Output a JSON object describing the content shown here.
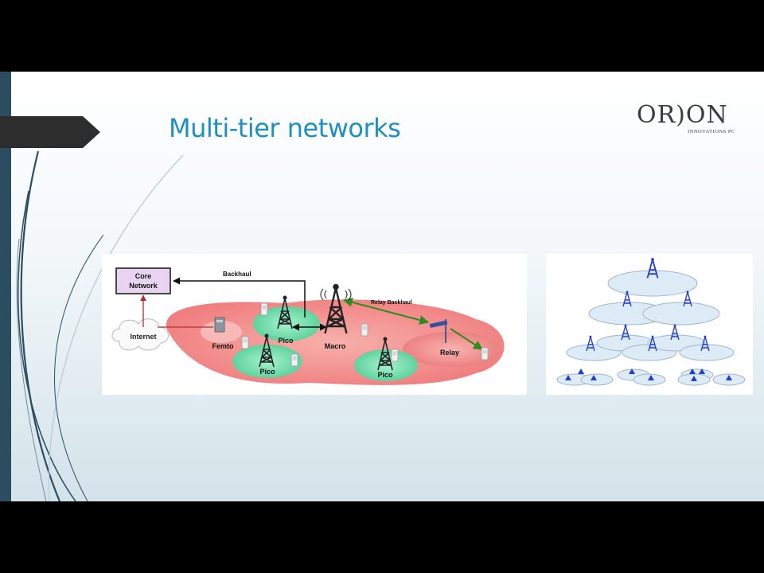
{
  "slide": {
    "title": "Multi-tier networks",
    "logo": {
      "word": "OR)ON",
      "subtitle": "INNOVATIONS PC"
    }
  },
  "diagram": {
    "core_network": "Core\nNetwork",
    "core_line1": "Core",
    "core_line2": "Network",
    "internet": "Internet",
    "backhaul": "Backhaul",
    "relay_backhaul": "Relay Backhaul",
    "nodes": {
      "macro": "Macro",
      "femto": "Femto",
      "pico_top": "Pico",
      "pico_left": "Pico",
      "pico_right": "Pico",
      "relay": "Relay"
    }
  },
  "colors": {
    "accent": "#1f8fbf",
    "sidebar": "#2c4d60",
    "macro_cell": "#f28c8c",
    "pico_cell": "#7fe0b4",
    "core_box": "#e8d4f0",
    "relay_link": "#2e8b1e",
    "tier_ellipse": "#dcebf5",
    "tier_tower": "#1f3fcf"
  },
  "icons": [
    "cell-tower-icon",
    "cloud-icon",
    "femto-router-icon",
    "relay-antenna-icon",
    "phone-icon"
  ]
}
